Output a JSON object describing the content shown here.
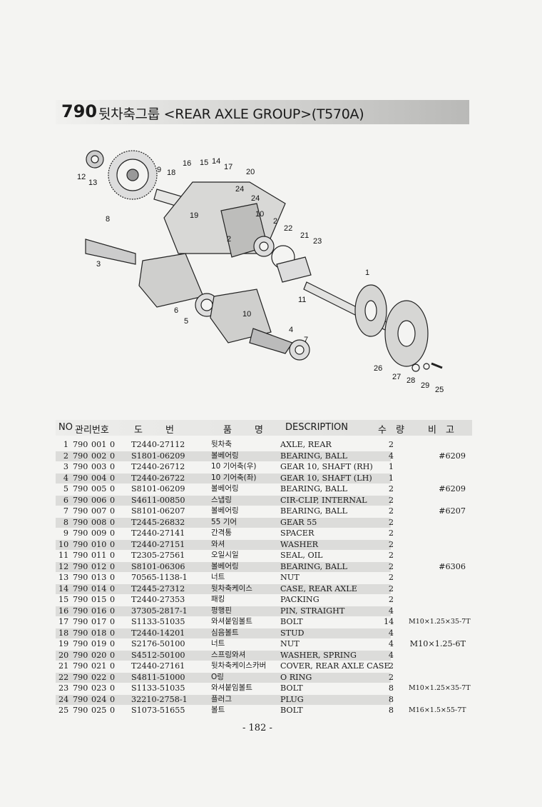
{
  "title": {
    "number": "790",
    "text": "뒷차축그룹 <REAR AXLE GROUP>(T570A)"
  },
  "header": {
    "no": "NO",
    "mgmt": "관리번호",
    "drawing_a": "도",
    "drawing_b": "번",
    "name_a": "품",
    "name_b": "명",
    "description": "DESCRIPTION",
    "qty_a": "수",
    "qty_b": "량",
    "note_a": "비",
    "note_b": "고"
  },
  "callouts": [
    "1",
    "2",
    "2",
    "3",
    "4",
    "5",
    "6",
    "7",
    "8",
    "9",
    "10",
    "10",
    "11",
    "12",
    "13",
    "14",
    "15",
    "16",
    "17",
    "18",
    "19",
    "20",
    "21",
    "22",
    "23",
    "24",
    "24",
    "25",
    "26",
    "27",
    "28",
    "29"
  ],
  "parts": [
    {
      "no": "1",
      "a": "790",
      "b": "001",
      "c": "0",
      "part": "T2440-27112",
      "name": "뒷차축",
      "desc": "AXLE, REAR",
      "qty": "2",
      "note": ""
    },
    {
      "no": "2",
      "a": "790",
      "b": "002",
      "c": "0",
      "part": "S1801-06209",
      "name": "볼베어링",
      "desc": "BEARING, BALL",
      "qty": "4",
      "note": "#6209"
    },
    {
      "no": "3",
      "a": "790",
      "b": "003",
      "c": "0",
      "part": "T2440-26712",
      "name": "10 기어축(우)",
      "desc": "GEAR 10, SHAFT (RH)",
      "qty": "1",
      "note": ""
    },
    {
      "no": "4",
      "a": "790",
      "b": "004",
      "c": "0",
      "part": "T2440-26722",
      "name": "10 기어축(좌)",
      "desc": "GEAR 10, SHAFT (LH)",
      "qty": "1",
      "note": ""
    },
    {
      "no": "5",
      "a": "790",
      "b": "005",
      "c": "0",
      "part": "S8101-06209",
      "name": "볼베어링",
      "desc": "BEARING, BALL",
      "qty": "2",
      "note": "#6209"
    },
    {
      "no": "6",
      "a": "790",
      "b": "006",
      "c": "0",
      "part": "S4611-00850",
      "name": "스냅링",
      "desc": "CIR-CLIP, INTERNAL",
      "qty": "2",
      "note": ""
    },
    {
      "no": "7",
      "a": "790",
      "b": "007",
      "c": "0",
      "part": "S8101-06207",
      "name": "볼베어링",
      "desc": "BEARING, BALL",
      "qty": "2",
      "note": "#6207"
    },
    {
      "no": "8",
      "a": "790",
      "b": "008",
      "c": "0",
      "part": "T2445-26832",
      "name": "55 기어",
      "desc": "GEAR 55",
      "qty": "2",
      "note": ""
    },
    {
      "no": "9",
      "a": "790",
      "b": "009",
      "c": "0",
      "part": "T2440-27141",
      "name": "간격통",
      "desc": "SPACER",
      "qty": "2",
      "note": ""
    },
    {
      "no": "10",
      "a": "790",
      "b": "010",
      "c": "0",
      "part": "T2440-27151",
      "name": "와셔",
      "desc": "WASHER",
      "qty": "2",
      "note": ""
    },
    {
      "no": "11",
      "a": "790",
      "b": "011",
      "c": "0",
      "part": "T2305-27561",
      "name": "오일시일",
      "desc": "SEAL, OIL",
      "qty": "2",
      "note": ""
    },
    {
      "no": "12",
      "a": "790",
      "b": "012",
      "c": "0",
      "part": "S8101-06306",
      "name": "볼베어링",
      "desc": "BEARING, BALL",
      "qty": "2",
      "note": "#6306"
    },
    {
      "no": "13",
      "a": "790",
      "b": "013",
      "c": "0",
      "part": "70565-1138-1",
      "name": "너트",
      "desc": "NUT",
      "qty": "2",
      "note": ""
    },
    {
      "no": "14",
      "a": "790",
      "b": "014",
      "c": "0",
      "part": "T2445-27312",
      "name": "뒷차축케이스",
      "desc": "CASE, REAR AXLE",
      "qty": "2",
      "note": ""
    },
    {
      "no": "15",
      "a": "790",
      "b": "015",
      "c": "0",
      "part": "T2440-27353",
      "name": "패킹",
      "desc": "PACKING",
      "qty": "2",
      "note": ""
    },
    {
      "no": "16",
      "a": "790",
      "b": "016",
      "c": "0",
      "part": "37305-2817-1",
      "name": "평행핀",
      "desc": "PIN, STRAIGHT",
      "qty": "4",
      "note": ""
    },
    {
      "no": "17",
      "a": "790",
      "b": "017",
      "c": "0",
      "part": "S1133-51035",
      "name": "와셔붙임볼트",
      "desc": "BOLT",
      "qty": "14",
      "note": "M10×1.25×35-7T"
    },
    {
      "no": "18",
      "a": "790",
      "b": "018",
      "c": "0",
      "part": "T2440-14201",
      "name": "심음볼트",
      "desc": "STUD",
      "qty": "4",
      "note": ""
    },
    {
      "no": "19",
      "a": "790",
      "b": "019",
      "c": "0",
      "part": "S2176-50100",
      "name": "너트",
      "desc": "NUT",
      "qty": "4",
      "note": "M10×1.25-6T"
    },
    {
      "no": "20",
      "a": "790",
      "b": "020",
      "c": "0",
      "part": "S4512-50100",
      "name": "스프링와셔",
      "desc": "WASHER, SPRING",
      "qty": "4",
      "note": ""
    },
    {
      "no": "21",
      "a": "790",
      "b": "021",
      "c": "0",
      "part": "T2440-27161",
      "name": "뒷차축케이스카버",
      "desc": "COVER, REAR AXLE CASE",
      "qty": "2",
      "note": ""
    },
    {
      "no": "22",
      "a": "790",
      "b": "022",
      "c": "0",
      "part": "S4811-51000",
      "name": "O링",
      "desc": "O RING",
      "qty": "2",
      "note": ""
    },
    {
      "no": "23",
      "a": "790",
      "b": "023",
      "c": "0",
      "part": "S1133-51035",
      "name": "와셔붙임볼트",
      "desc": "BOLT",
      "qty": "8",
      "note": "M10×1.25×35-7T"
    },
    {
      "no": "24",
      "a": "790",
      "b": "024",
      "c": "0",
      "part": "32210-2758-1",
      "name": "플러그",
      "desc": "PLUG",
      "qty": "8",
      "note": ""
    },
    {
      "no": "25",
      "a": "790",
      "b": "025",
      "c": "0",
      "part": "S1073-51655",
      "name": "볼트",
      "desc": "BOLT",
      "qty": "8",
      "note": "M16×1.5×55-7T"
    }
  ],
  "page_number": "- 182 -"
}
